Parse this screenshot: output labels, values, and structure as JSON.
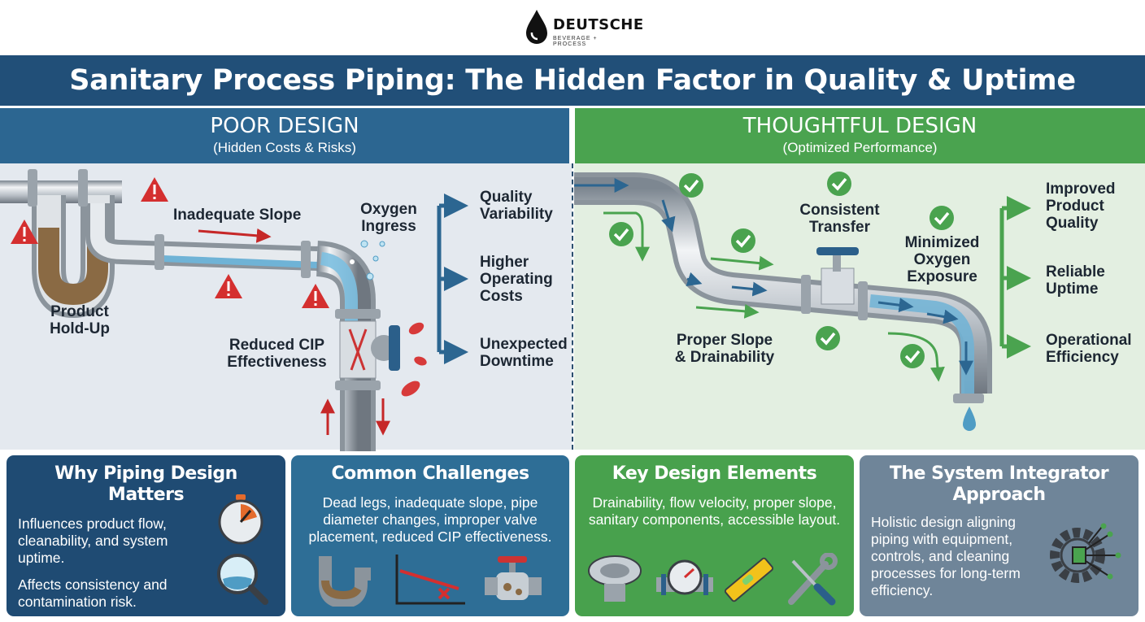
{
  "logo": {
    "name": "DEUTSCHE",
    "tagline": "BEVERAGE + PROCESS"
  },
  "title": "Sanitary Process Piping: The Hidden Factor in Quality & Uptime",
  "poor": {
    "title": "POOR DESIGN",
    "subtitle": "(Hidden Costs & Risks)",
    "labels": {
      "inadequate_slope": "Inadequate Slope",
      "oxygen_ingress": "Oxygen Ingress",
      "product_holdup": "Product Hold-Up",
      "reduced_cip": "Reduced CIP Effectiveness"
    },
    "outcomes": [
      "Quality Variability",
      "Higher Operating Costs",
      "Unexpected Downtime"
    ]
  },
  "good": {
    "title": "THOUGHTFUL DESIGN",
    "subtitle": "(Optimized Performance)",
    "labels": {
      "consistent_transfer": "Consistent Transfer",
      "minimized_oxygen": "Minimized Oxygen Exposure",
      "proper_slope": "Proper Slope & Drainability"
    },
    "outcomes": [
      "Improved Product Quality",
      "Reliable Uptime",
      "Operational Efficiency"
    ]
  },
  "cards": {
    "why": {
      "title": "Why Piping Design Matters",
      "p1": "Influences product flow, cleanability, and system uptime.",
      "p2": "Affects consistency and contamination risk."
    },
    "challenges": {
      "title": "Common Challenges",
      "body": "Dead legs, inadequate slope, pipe diameter changes, improper valve placement, reduced CIP effectiveness."
    },
    "elements": {
      "title": "Key Design Elements",
      "body": "Drainability, flow velocity, proper slope, sanitary components, accessible layout."
    },
    "integrator": {
      "title": "The System Integrator Approach",
      "body": "Holistic design aligning piping with equipment, controls, and cleaning processes for long-term efficiency."
    }
  },
  "colors": {
    "navy": "#214f78",
    "poor_blue": "#2c6691",
    "good_green": "#4aa34f",
    "warning_red": "#d42f2f",
    "slate": "#6f8599"
  }
}
